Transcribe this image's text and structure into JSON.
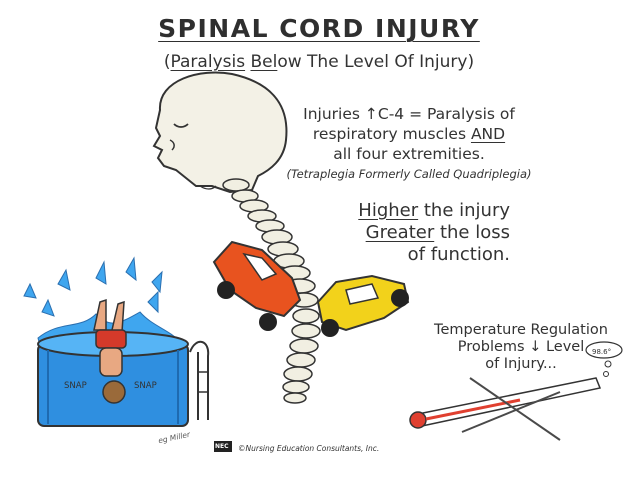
{
  "title": "SPINAL CORD INJURY",
  "subtitle": {
    "open": "(",
    "part1": "Paralysis",
    "part2": " ",
    "part3": "Bel",
    "part4": "ow The Level Of Injury)"
  },
  "block1": {
    "line1_pre": "Injuries ",
    "line1_arrow": "↑",
    "line1_post": "C-4 = Paralysis of",
    "line2_pre": "respiratory muscles ",
    "line2_and": "AND",
    "line3": "all four extremities.",
    "line4": "(Tetraplegia Formerly Called Quadriplegia)"
  },
  "block2": {
    "higher": "Higher",
    "line1_rest": " the injury",
    "greater": "Greater",
    "line2_rest": " the loss",
    "line3": "of function."
  },
  "block3": {
    "line1": "Temperature Regulation",
    "line2_pre": "Problems ",
    "line2_arrow": "↓",
    "line2_post": " Level",
    "line3": "of Injury..."
  },
  "snap_left": "SNAP",
  "snap_right": "SNAP",
  "temp_badge": "98.6°",
  "signature": "eg Miller",
  "copyright_logo": "NEC",
  "copyright": "©Nursing Education Consultants, Inc.",
  "colors": {
    "ink": "#2b2b2b",
    "car_left": "#e8531f",
    "car_right": "#f2d21b",
    "pool": "#2f8fe0",
    "water": "#3fa6ef",
    "swimsuit": "#d43a2a",
    "thermometer_cross": "#4a4a4a"
  }
}
